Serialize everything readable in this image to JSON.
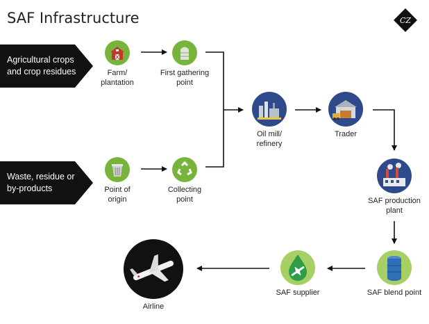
{
  "title": "SAF Infrastructure",
  "logo": {
    "text": "CZ",
    "icon": "cz-logo"
  },
  "colors": {
    "banner": "#111111",
    "green": "#78b43c",
    "blue": "#2e4a8a",
    "light_green": "#a6cf64",
    "arrow": "#111111"
  },
  "inputs": {
    "crops": "Agricultural crops and crop residues",
    "waste": "Waste, residue or by-products"
  },
  "nodes": {
    "farm": {
      "label": "Farm/ plantation",
      "icon": "barn-icon"
    },
    "gathering": {
      "label": "First gathering point",
      "icon": "silo-icon"
    },
    "origin": {
      "label": "Point of origin",
      "icon": "trash-bin-icon"
    },
    "collecting": {
      "label": "Collecting point",
      "icon": "recycle-icon"
    },
    "refinery": {
      "label": "Oil mill/ refinery",
      "icon": "refinery-icon"
    },
    "trader": {
      "label": "Trader",
      "icon": "warehouse-icon"
    },
    "production": {
      "label": "SAF production plant",
      "icon": "factory-icon"
    },
    "blend": {
      "label": "SAF blend point",
      "icon": "storage-tank-icon"
    },
    "supplier": {
      "label": "SAF supplier",
      "icon": "fuel-drop-plane-icon"
    },
    "airline": {
      "label": "Airline",
      "icon": "airplane-icon"
    }
  }
}
